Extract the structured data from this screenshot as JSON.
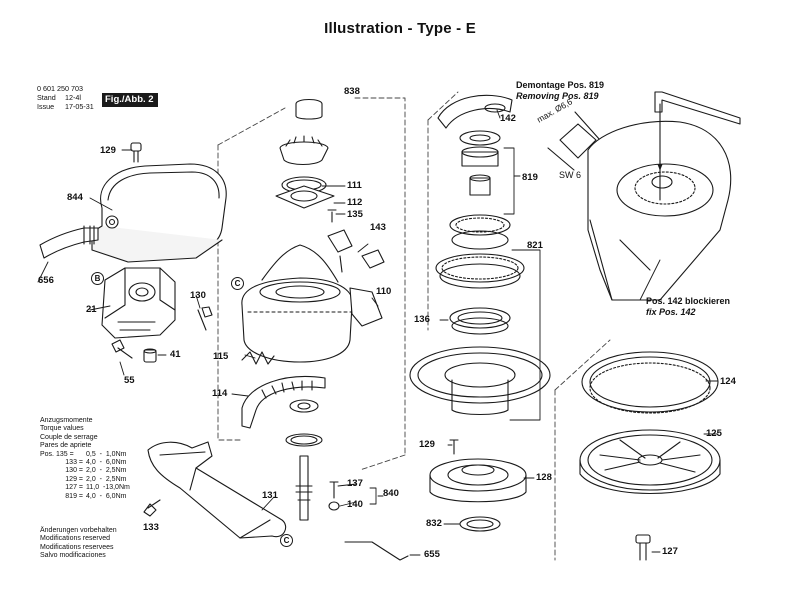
{
  "title": "Illustration - Type - E",
  "meta": {
    "part_number": "0 601 250 703",
    "stand_label": "Stand",
    "stand_value": "12-4l",
    "issue_label": "Issue",
    "issue_value": "17-05-31",
    "figure_badge": "Fig./Abb. 2"
  },
  "torque": {
    "headings": [
      "Anzugsmomente",
      "Torque values",
      "Couple de serrage",
      "Pares de apriete"
    ],
    "rows": [
      {
        "pos": "Pos. 135 =",
        "range": "0,5  -  1,0Nm"
      },
      {
        "pos": "133 =",
        "range": "4,0  -  6,0Nm"
      },
      {
        "pos": "130 =",
        "range": "2,0  -  2,5Nm"
      },
      {
        "pos": "129 =",
        "range": "2,0  -  2,5Nm"
      },
      {
        "pos": "127 =",
        "range": "11,0  -13,0Nm"
      },
      {
        "pos": "819 =",
        "range": "4,0  -  6,0Nm"
      }
    ]
  },
  "changes": [
    "Änderungen vorbehalten",
    "Modifications reserved",
    "Modifications reservees",
    "Salvo modificaciones"
  ],
  "notes": {
    "demontage_de": "Demontage Pos. 819",
    "demontage_en": "Removing Pos. 819",
    "max_dia": "max. Ø6,6",
    "wrench": "SW 6",
    "block_de": "Pos. 142 blockieren",
    "block_en": "fix Pos. 142"
  },
  "parts": {
    "p838": "838",
    "p129a": "129",
    "p844": "844",
    "p656": "656",
    "pB": "B",
    "p21": "21",
    "p130": "130",
    "p41": "41",
    "p55": "55",
    "p111": "111",
    "p112": "112",
    "p135": "135",
    "p143": "143",
    "pC1": "C",
    "p110": "110",
    "p115": "115",
    "p114": "114",
    "p131": "131",
    "p133": "133",
    "pC2": "C",
    "p137": "137",
    "p840": "840",
    "p140": "140",
    "p655": "655",
    "p142": "142",
    "p819": "819",
    "p821": "821",
    "p136": "136",
    "p129b": "129",
    "p128": "128",
    "p832": "832",
    "p124": "124",
    "p125": "125",
    "p127": "127"
  }
}
